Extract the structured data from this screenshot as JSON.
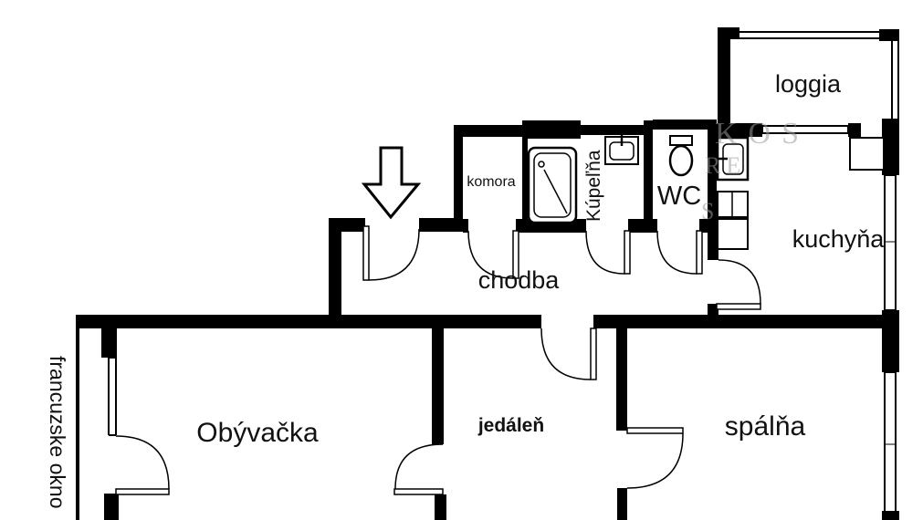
{
  "floorplan": {
    "type": "apartment-floor-plan",
    "colors": {
      "wall": "#000000",
      "background": "#ffffff",
      "watermark": "#9a9a9a"
    },
    "rooms": [
      {
        "id": "loggia",
        "label": "loggia"
      },
      {
        "id": "komora",
        "label": "komora"
      },
      {
        "id": "kupelna",
        "label": "Kúpeľňa"
      },
      {
        "id": "wc",
        "label": "WC"
      },
      {
        "id": "kuchyna",
        "label": "kuchyňa"
      },
      {
        "id": "chodba",
        "label": "chodba"
      },
      {
        "id": "obyvacka",
        "label": "Obývačka"
      },
      {
        "id": "jedalen",
        "label": "jedáleň"
      },
      {
        "id": "spalna",
        "label": "spálňa"
      }
    ],
    "annotations": [
      {
        "id": "french-window",
        "label": "francuzske okno"
      }
    ],
    "symbols": [
      "entrance-arrow",
      "shower",
      "bath-sink",
      "toilet",
      "kitchen-sink",
      "kitchen-counter",
      "corner-counter",
      "window",
      "door-arc"
    ],
    "watermark": {
      "line1": "KOS",
      "line2": "RE",
      "line3": "S"
    }
  }
}
